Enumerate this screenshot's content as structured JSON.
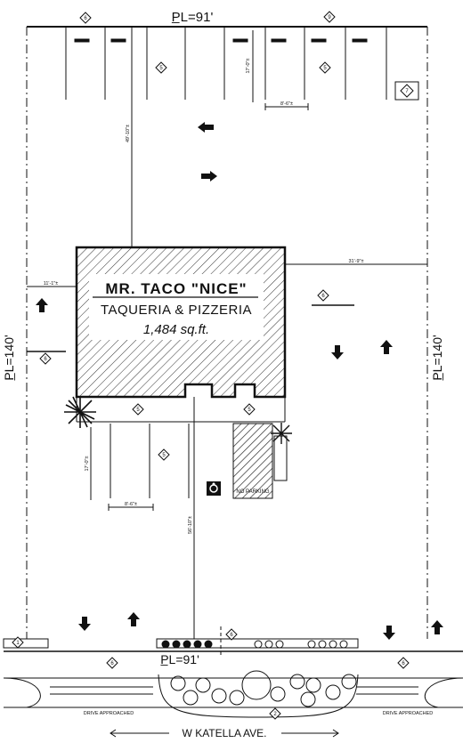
{
  "property": {
    "top_line": "P̲L=91'",
    "bottom_line": "P̲L=91'",
    "left_line": "P̲L=140'",
    "right_line": "P̲L=140'"
  },
  "building": {
    "name": "MR. TACO \"NICE\"",
    "subtitle": "TAQUERIA & PIZZERIA",
    "area": "1,484 sq.ft."
  },
  "dimensions": {
    "north_depth": "17'-0\"±",
    "north_stall_width": "8'-6\"±",
    "building_to_top": "49'-10\"±",
    "building_to_right": "31'-9\"±",
    "building_to_left": "11'-1\"±",
    "south_depth": "17'-0\"±",
    "south_stall_width": "8'-6\"±",
    "building_to_street": "56'-10\"±"
  },
  "keynotes": [
    "6",
    "9",
    "5",
    "5",
    "7",
    "6",
    "6",
    "5",
    "5",
    "5",
    "1",
    "6",
    "6",
    "6",
    "2"
  ],
  "labels": {
    "no_parking": "NO PARKING",
    "drive_left": "DRIVE APPROACHED",
    "drive_right": "DRIVE APPROACHED",
    "street": "W KATELLA AVE."
  },
  "colors": {
    "line": "#111111",
    "hatch": "#333333",
    "arrow": "#111111"
  }
}
